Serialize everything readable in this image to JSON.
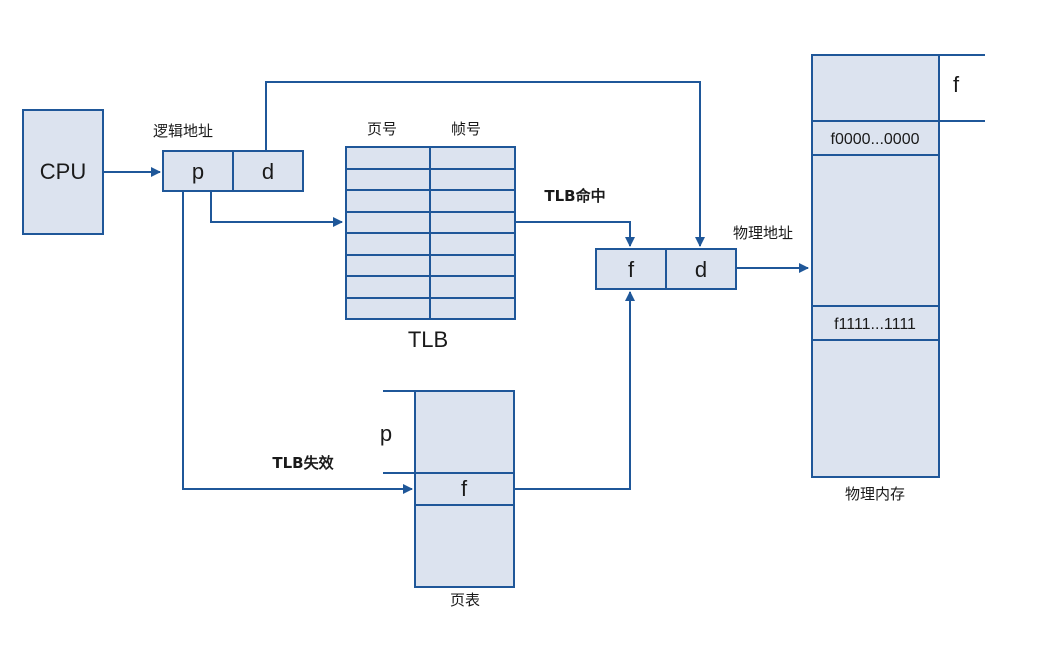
{
  "cpu": {
    "label": "CPU"
  },
  "logical_address": {
    "title": "逻辑地址",
    "p": "p",
    "d": "d"
  },
  "tlb": {
    "label": "TLB",
    "col_page": "页号",
    "col_frame": "帧号",
    "hit_label": "TLB命中",
    "miss_label": "TLB失效"
  },
  "physical_address": {
    "title": "物理地址",
    "f": "f",
    "d": "d"
  },
  "page_table": {
    "label": "页表",
    "p": "p",
    "f": "f"
  },
  "physical_memory": {
    "label": "物理内存",
    "f": "f",
    "frame_start": "f0000...0000",
    "frame_end": "f1111...1111"
  },
  "colors": {
    "stroke": "#1f5799",
    "fill": "#dce3ef"
  }
}
